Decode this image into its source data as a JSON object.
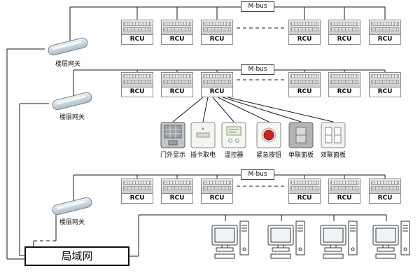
{
  "labels": {
    "bus": "M-bus",
    "rcu": "RCU",
    "gateway": "楼层网关",
    "lan": "局域网"
  },
  "devices": [
    {
      "name": "door-display",
      "label": "门外显示"
    },
    {
      "name": "card-power-switch",
      "label": "插卡取电"
    },
    {
      "name": "thermostat",
      "label": "温控器"
    },
    {
      "name": "emergency-button",
      "label": "紧急按钮"
    },
    {
      "name": "single-gang-panel",
      "label": "单联面板"
    },
    {
      "name": "double-gang-panel",
      "label": "双联面板"
    }
  ],
  "colors": {
    "emergency_button": "#cf2020",
    "wire": "#1a1a1a",
    "panel_gray": "#c2c6ca"
  }
}
